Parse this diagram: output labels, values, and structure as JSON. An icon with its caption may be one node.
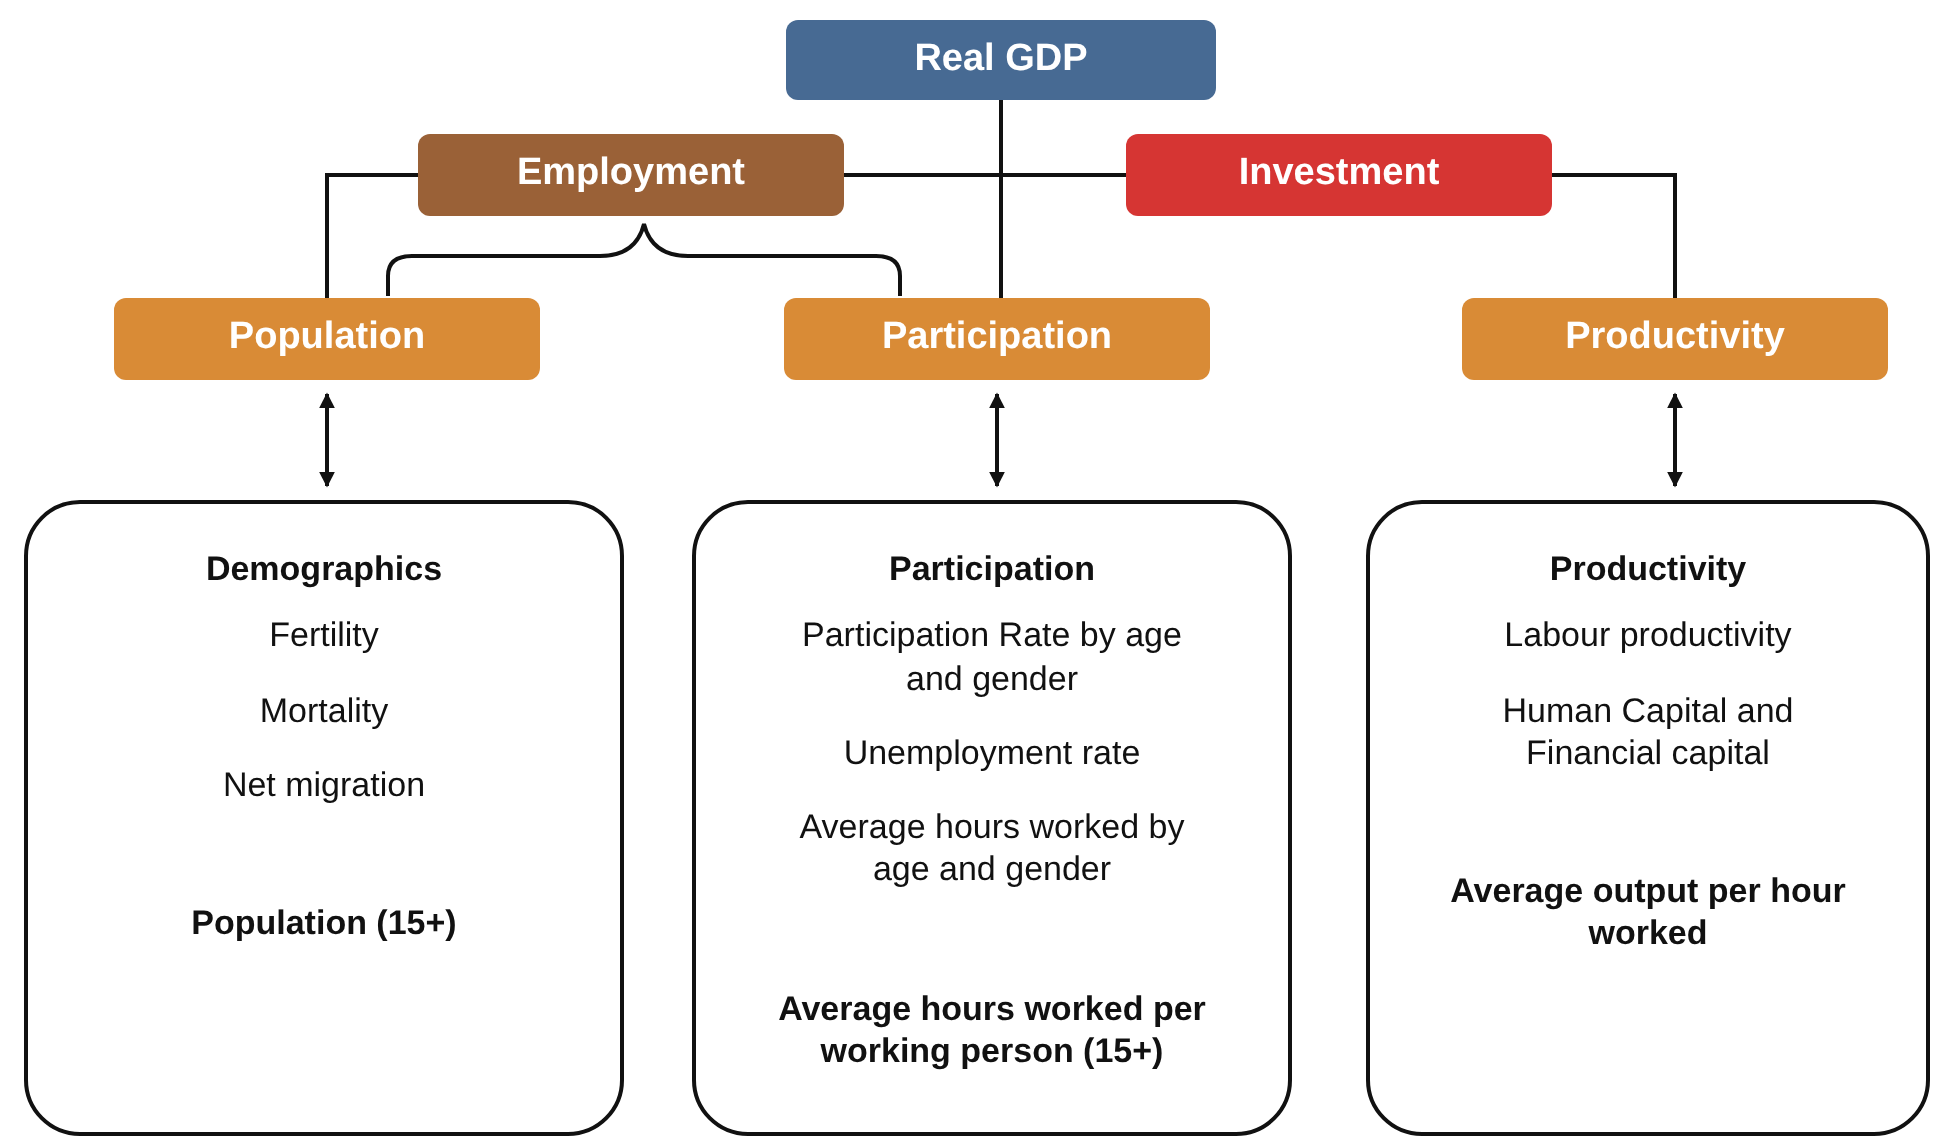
{
  "diagram": {
    "nodes": [
      {
        "text": [
          "Real GDP"
        ]
      },
      {
        "text": [
          "Employment"
        ]
      },
      {
        "text": [
          "Investment"
        ]
      },
      {
        "text": [
          "Population"
        ]
      },
      {
        "text": [
          "Participation"
        ]
      },
      {
        "text": [
          "Productivity"
        ]
      },
      {
        "text": [
          "Demographics",
          "Fertility",
          "Mortality",
          "Net migration",
          "Population (15+)"
        ]
      },
      {
        "text": [
          "Participation",
          "Participation Rate by age and gender",
          "Unemployment rate",
          "Average hours worked by age and gender",
          "Average hours worked per working person (15+)"
        ]
      },
      {
        "text": [
          "Productivity",
          "Labour productivity",
          "Human Capital and Financial capital",
          "Average output per hour worked"
        ]
      }
    ],
    "edges": [
      {
        "from": 0,
        "to": 4,
        "arrow": "none"
      },
      {
        "from": 1,
        "to": 3,
        "arrow": "none"
      },
      {
        "from": 1,
        "to": 2,
        "arrow": "none"
      },
      {
        "from": 2,
        "to": 5,
        "arrow": "none"
      },
      {
        "from": 3,
        "to": 6,
        "arrow": "both"
      },
      {
        "from": 4,
        "to": 7,
        "arrow": "both"
      },
      {
        "from": 5,
        "to": 8,
        "arrow": "both"
      }
    ]
  }
}
